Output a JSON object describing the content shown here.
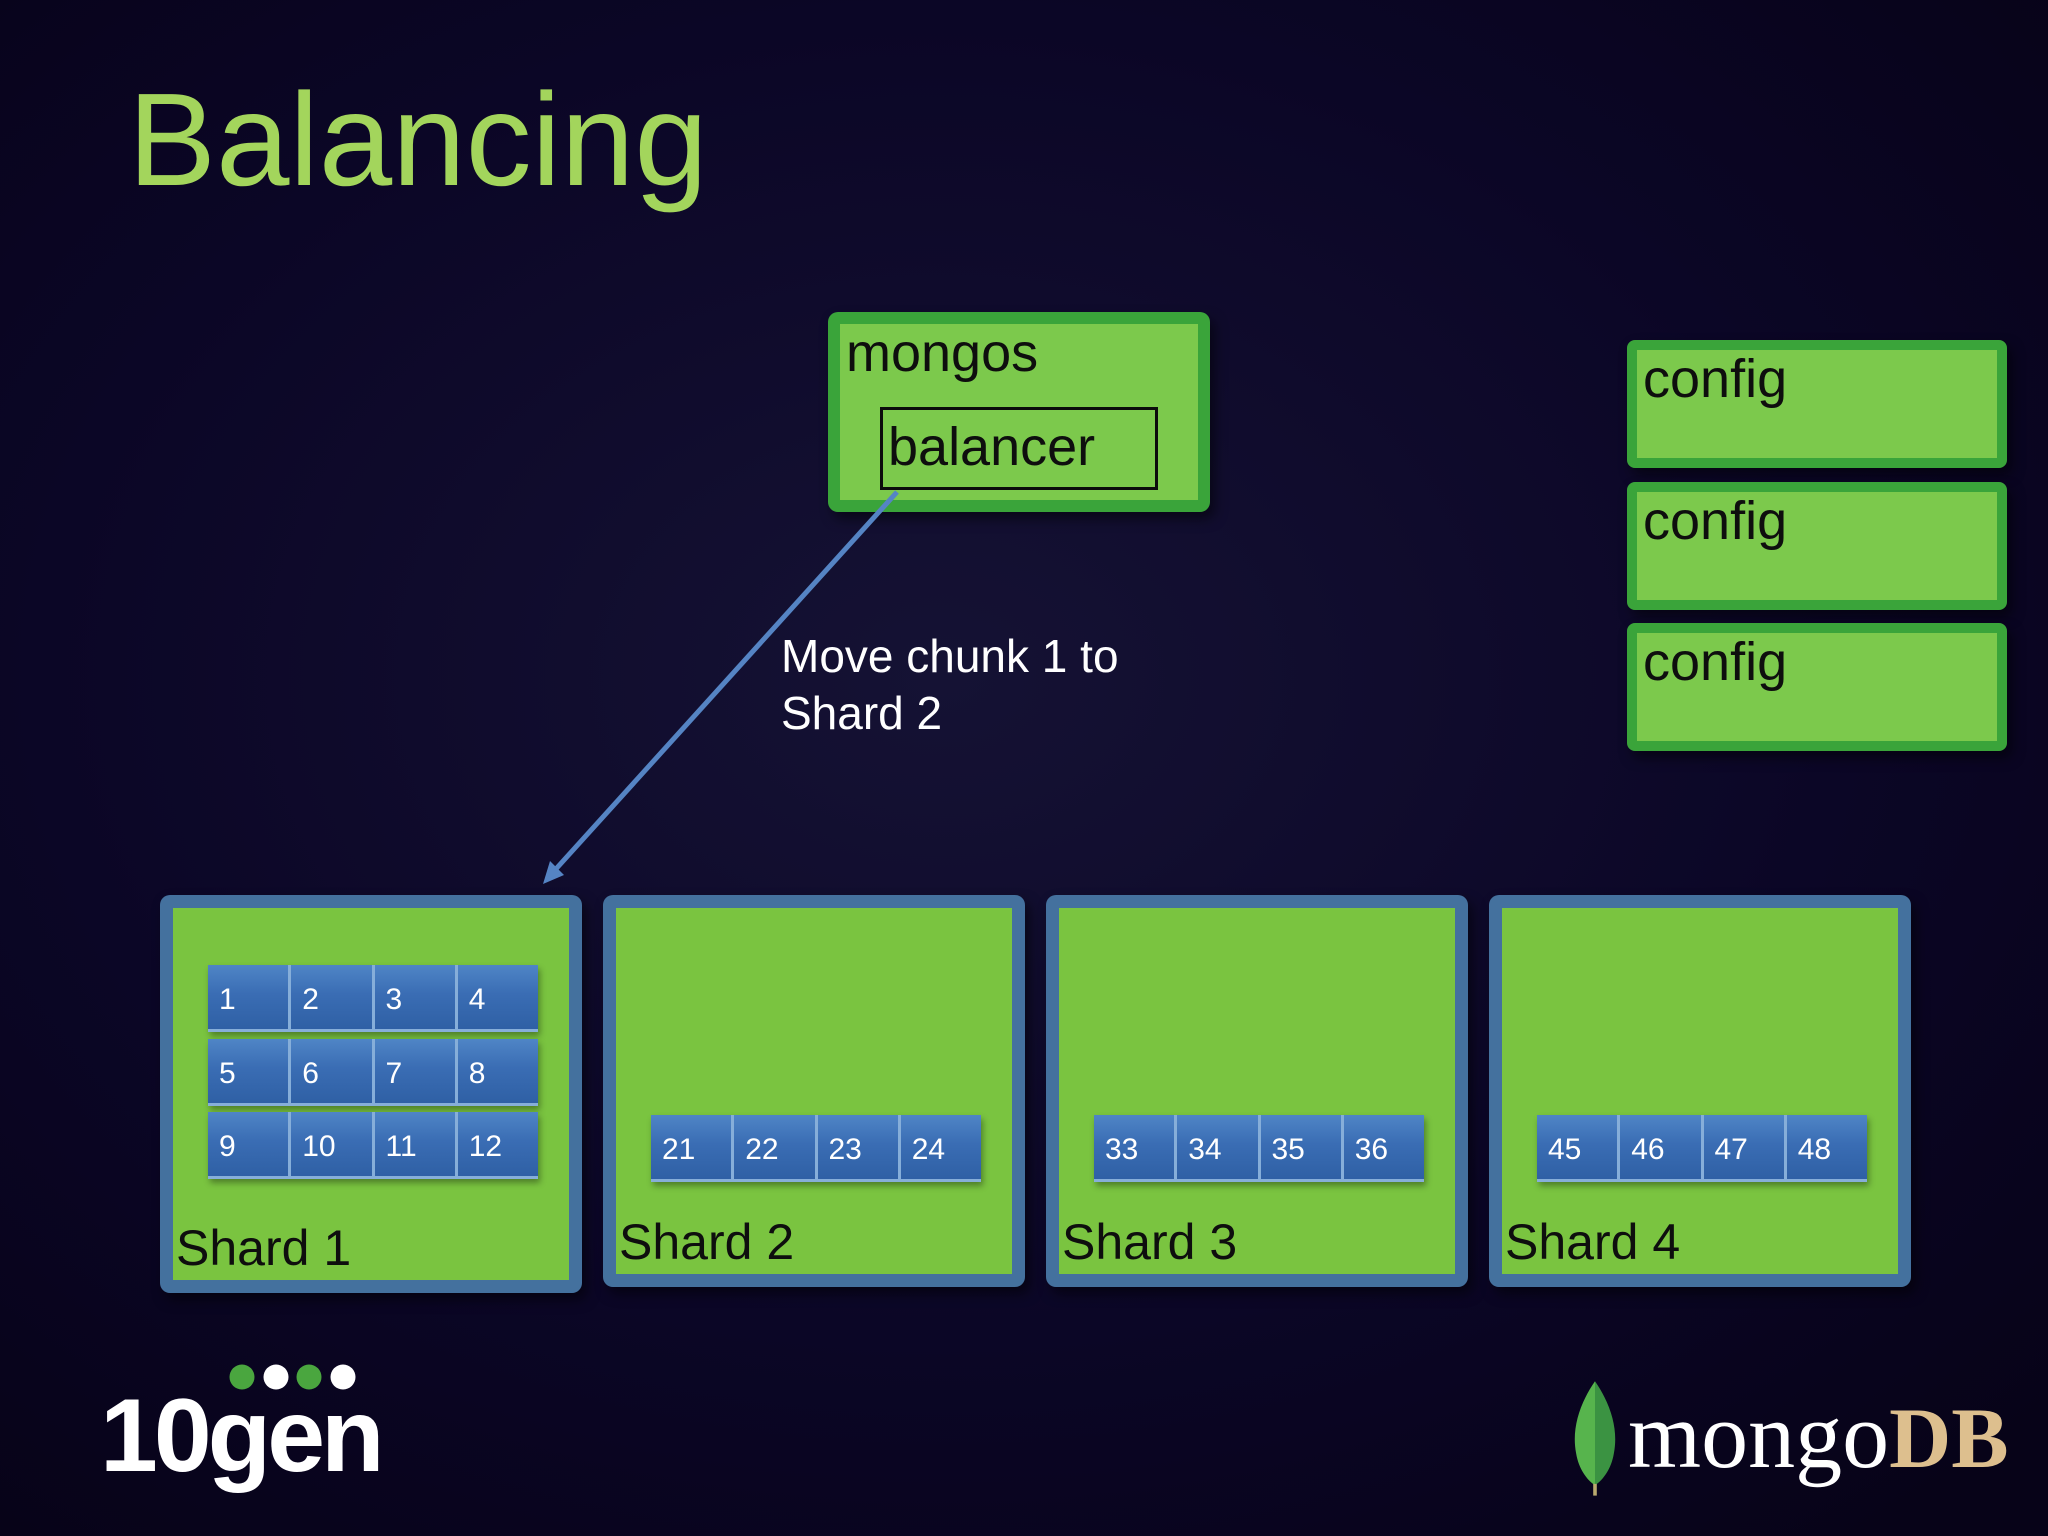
{
  "title": "Balancing",
  "mongos": {
    "label": "mongos",
    "balancer_label": "balancer"
  },
  "config_boxes": [
    "config",
    "config",
    "config"
  ],
  "annotation": {
    "line1": "Move chunk 1 to",
    "line2": "Shard 2"
  },
  "shards": [
    {
      "label": "Shard 1",
      "rows": [
        [
          "1",
          "2",
          "3",
          "4"
        ],
        [
          "5",
          "6",
          "7",
          "8"
        ],
        [
          "9",
          "10",
          "11",
          "12"
        ]
      ]
    },
    {
      "label": "Shard 2",
      "rows": [
        [
          "21",
          "22",
          "23",
          "24"
        ]
      ]
    },
    {
      "label": "Shard 3",
      "rows": [
        [
          "33",
          "34",
          "35",
          "36"
        ]
      ]
    },
    {
      "label": "Shard 4",
      "rows": [
        [
          "45",
          "46",
          "47",
          "48"
        ]
      ]
    }
  ],
  "footer": {
    "tengen_label": "10gen",
    "mongo_label": "mongo",
    "db_label": "DB"
  },
  "icons": {
    "leaf": "mongodb-leaf-icon",
    "arrow": "move-arrow",
    "dots": "tengen-dots"
  },
  "colors": {
    "background": "#0b0626",
    "title_green": "#a3d55c",
    "box_fill_green": "#7cc94c",
    "box_border_green": "#3aa43a",
    "shard_fill_green": "#7ac440",
    "shard_border_blue": "#44719e",
    "chunk_blue": "#3a6db4",
    "chunk_separator_blue": "#86aed9",
    "arrow_blue": "#5584c4",
    "text_black": "#0e0e0e",
    "text_white": "#ffffff",
    "db_gold": "#ddbf8e"
  }
}
